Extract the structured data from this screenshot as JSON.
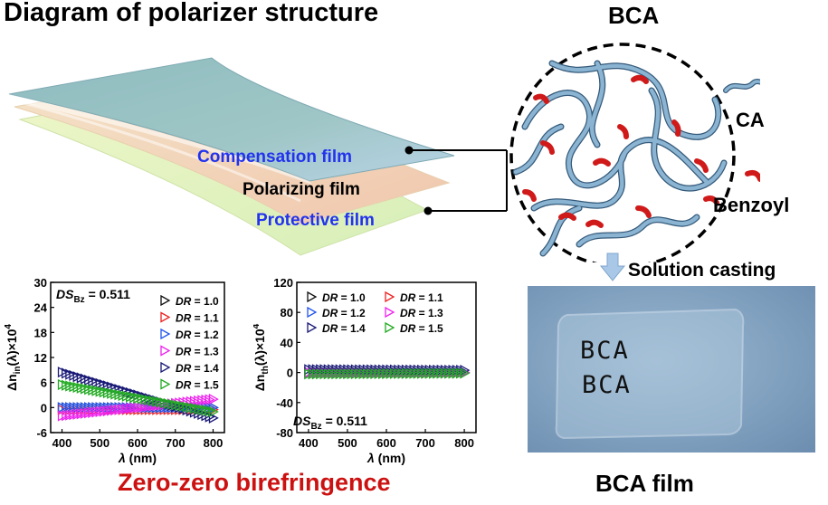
{
  "title": "Diagram of polarizer structure",
  "films": {
    "compensation": "Compensation film",
    "polarizing": "Polarizing film",
    "protective": "Protective film"
  },
  "bca": {
    "title": "BCA",
    "ca_label": "CA",
    "benzoyl_label": "Benzoyl",
    "casting_label": "Solution casting",
    "film_label": "BCA film",
    "photo_text_1": "BCA",
    "photo_text_2": "BCA"
  },
  "footer": "Zero-zero birefringence",
  "colors": {
    "blue_label": "#2233ee",
    "red_title": "#cc1111",
    "chain": "#5b86ab",
    "benzoyl": "#d01a1a"
  },
  "chart_data": [
    {
      "type": "scatter",
      "ds_label": "DS",
      "ds_sub": "Bz",
      "ds_value": " = 0.511",
      "ylabel_main": "Δn",
      "ylabel_sub": "in",
      "ylabel_rest": "(λ)×10",
      "ylabel_sup": "4",
      "xlabel_main": "λ",
      "xlabel_rest": " (nm)",
      "ylim": [
        -6,
        30
      ],
      "yticks": [
        "-6",
        "0",
        "6",
        "12",
        "18",
        "24",
        "30"
      ],
      "xlim": [
        370,
        830
      ],
      "xticks": [
        "400",
        "500",
        "600",
        "700",
        "800"
      ],
      "legend_position": "right",
      "series": [
        {
          "name": "DR = 1.0",
          "name_main": "DR",
          "name_val": " = 1.0",
          "color": "#111111",
          "start": 0.0,
          "end": 0.0
        },
        {
          "name": "DR = 1.1",
          "name_main": "DR",
          "name_val": " = 1.1",
          "color": "#ee2222",
          "start": -0.5,
          "end": -0.5
        },
        {
          "name": "DR = 1.2",
          "name_main": "DR",
          "name_val": " = 1.2",
          "color": "#2255ee",
          "start": 0.0,
          "end": 0.0
        },
        {
          "name": "DR = 1.3",
          "name_main": "DR",
          "name_val": " = 1.3",
          "color": "#ee22ee",
          "start": -2.0,
          "end": 2.0
        },
        {
          "name": "DR = 1.4",
          "name_main": "DR",
          "name_val": " = 1.4",
          "color": "#1a1a77",
          "start": 8.5,
          "end": -2.5
        },
        {
          "name": "DR = 1.5",
          "name_main": "DR",
          "name_val": " = 1.5",
          "color": "#22aa22",
          "start": 5.5,
          "end": -1.0
        }
      ]
    },
    {
      "type": "scatter",
      "ds_label": "DS",
      "ds_sub": "Bz",
      "ds_value": " = 0.511",
      "ylabel_main": "Δn",
      "ylabel_sub": "th",
      "ylabel_rest": "(λ)×10",
      "ylabel_sup": "4",
      "xlabel_main": "λ",
      "xlabel_rest": " (nm)",
      "ylim": [
        -80,
        120
      ],
      "yticks": [
        "-80",
        "-40",
        "0",
        "40",
        "80",
        "120"
      ],
      "xlim": [
        370,
        830
      ],
      "xticks": [
        "400",
        "500",
        "600",
        "700",
        "800"
      ],
      "legend_position": "top",
      "series": [
        {
          "name": "DR = 1.0",
          "name_main": "DR",
          "name_val": " = 1.0",
          "color": "#111111",
          "start": 0.0,
          "end": 0.0
        },
        {
          "name": "DR = 1.1",
          "name_main": "DR",
          "name_val": " = 1.1",
          "color": "#ee2222",
          "start": 0.0,
          "end": 0.0
        },
        {
          "name": "DR = 1.2",
          "name_main": "DR",
          "name_val": " = 1.2",
          "color": "#2255ee",
          "start": 0.0,
          "end": 0.0
        },
        {
          "name": "DR = 1.3",
          "name_main": "DR",
          "name_val": " = 1.3",
          "color": "#ee22ee",
          "start": 0.0,
          "end": 0.0
        },
        {
          "name": "DR = 1.4",
          "name_main": "DR",
          "name_val": " = 1.4",
          "color": "#1a1a77",
          "start": 4.0,
          "end": 3.0
        },
        {
          "name": "DR = 1.5",
          "name_main": "DR",
          "name_val": " = 1.5",
          "color": "#22aa22",
          "start": -2.0,
          "end": -1.0
        }
      ]
    }
  ]
}
